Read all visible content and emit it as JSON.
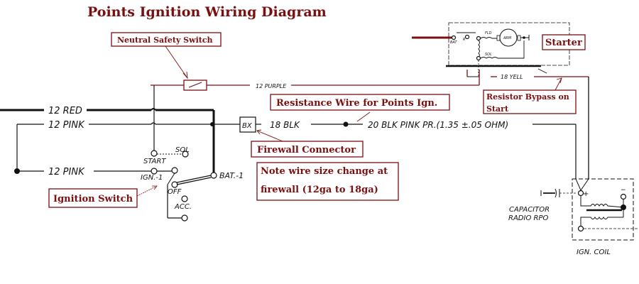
{
  "title": "Points Ignition Wiring Diagram",
  "callouts": {
    "neutral_safety_switch": "Neutral Safety Switch",
    "starter": "Starter",
    "resistor_bypass_line1": "Resistor Bypass on",
    "resistor_bypass_line2": "Start",
    "resistance_wire": "Resistance Wire for Points Ign.",
    "firewall_connector": "Firewall Connector",
    "note_line1": "Note wire size change at",
    "note_line2": "firewall (12ga to 18ga)",
    "ignition_switch": "Ignition Switch"
  },
  "wires": {
    "red": "12 RED",
    "pink_top": "12 PINK",
    "pink_bottom": "12 PINK",
    "purple": "12 PURPLE",
    "yellow": "18 YELL",
    "blk18": "18 BLK",
    "blk20": "20 BLK  PINK PR.(1.35 ±.05 OHM)"
  },
  "connector": {
    "label": "BX"
  },
  "ignition_switch_positions": {
    "start": "START",
    "sol": "SOL",
    "ign": "IGN.-1",
    "bat": "BAT.-1",
    "off": "OFF",
    "acc": "ACC."
  },
  "starter_parts": {
    "bat": "BAT",
    "r": "R",
    "fld": "FLD",
    "arm": "ARM",
    "sol_coil": "SOL"
  },
  "coil": {
    "capacitor_line1": "CAPACITOR",
    "capacitor_line2": "RADIO RPO",
    "label": "IGN. COIL",
    "plus": "+",
    "minus": "−"
  },
  "colors": {
    "callout": "#7a0f10",
    "wire": "#111111"
  }
}
